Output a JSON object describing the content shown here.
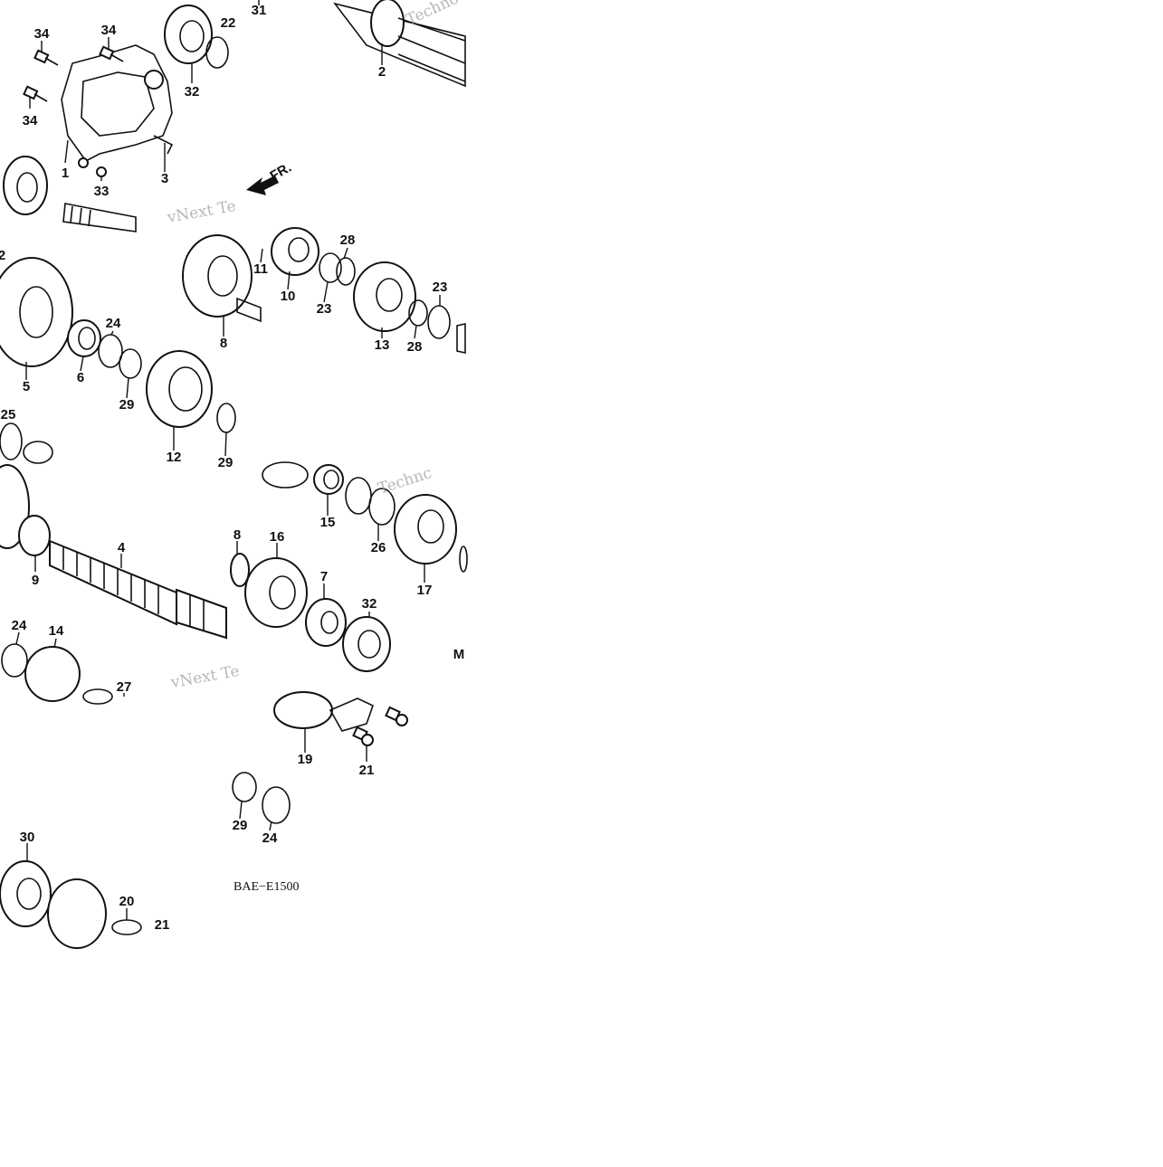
{
  "diagram": {
    "drawing_code": "BAE−E1500",
    "direction_label": "FR.",
    "watermarks": [
      "vNext Te",
      "vNext Te",
      "Technc",
      "Techno"
    ],
    "callouts": [
      {
        "label": "31"
      },
      {
        "label": "2"
      },
      {
        "label": "34"
      },
      {
        "label": "34"
      },
      {
        "label": "34"
      },
      {
        "label": "22"
      },
      {
        "label": "32"
      },
      {
        "label": "1"
      },
      {
        "label": "33"
      },
      {
        "label": "3"
      },
      {
        "label": "2"
      },
      {
        "label": "5"
      },
      {
        "label": "6"
      },
      {
        "label": "24"
      },
      {
        "label": "29"
      },
      {
        "label": "12"
      },
      {
        "label": "25"
      },
      {
        "label": "8"
      },
      {
        "label": "29"
      },
      {
        "label": "11"
      },
      {
        "label": "10"
      },
      {
        "label": "28"
      },
      {
        "label": "23"
      },
      {
        "label": "13"
      },
      {
        "label": "28"
      },
      {
        "label": "23"
      },
      {
        "label": "4"
      },
      {
        "label": "9"
      },
      {
        "label": "24"
      },
      {
        "label": "14"
      },
      {
        "label": "27"
      },
      {
        "label": "15"
      },
      {
        "label": "26"
      },
      {
        "label": "17"
      },
      {
        "label": "8"
      },
      {
        "label": "16"
      },
      {
        "label": "7"
      },
      {
        "label": "32"
      },
      {
        "label": "19"
      },
      {
        "label": "21"
      },
      {
        "label": "29"
      },
      {
        "label": "24"
      },
      {
        "label": "30"
      },
      {
        "label": "20"
      },
      {
        "label": "21"
      },
      {
        "label": "M"
      }
    ]
  }
}
